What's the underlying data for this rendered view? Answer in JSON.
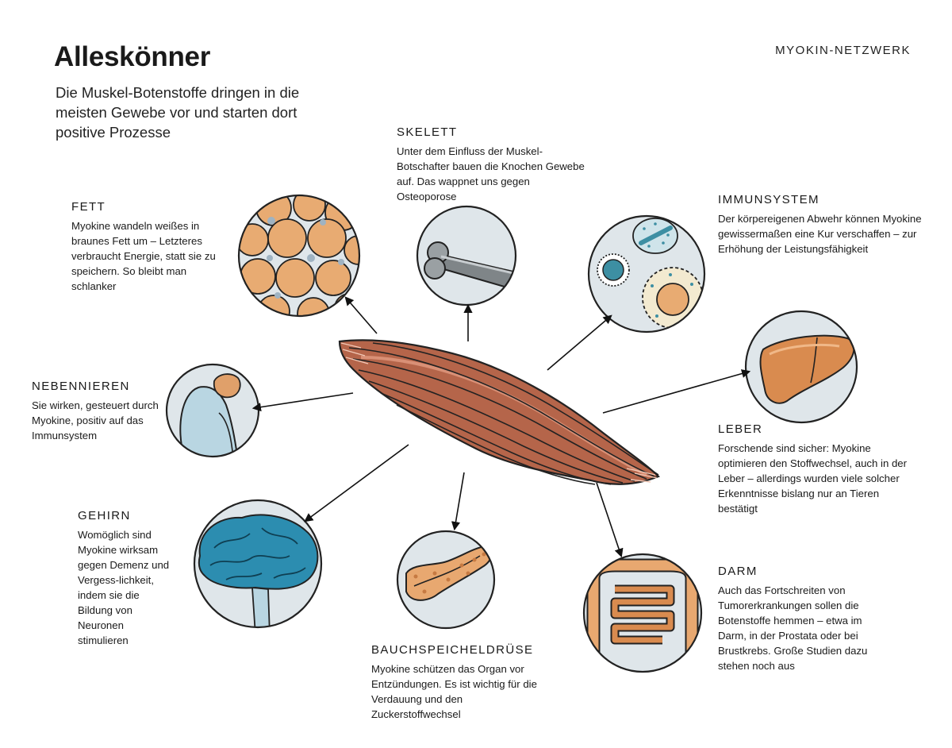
{
  "header": {
    "title": "Alleskönner",
    "subtitle": "Die Muskel-Botenstoffe dringen in die meisten Gewebe vor und starten dort positive Prozesse",
    "kicker": "MYOKIN-NETZWERK"
  },
  "sections": {
    "fett": {
      "heading": "FETT",
      "text": "Myokine wandeln weißes in braunes Fett um – Letzteres verbraucht Energie, statt sie zu speichern. So bleibt man schlanker"
    },
    "skelett": {
      "heading": "SKELETT",
      "text": "Unter dem Einfluss der Muskel-Botschafter bauen die Knochen Gewebe auf. Das wappnet uns gegen Osteoporose"
    },
    "immunsystem": {
      "heading": "IMMUNSYSTEM",
      "text": "Der körpereigenen Abwehr können Myokine gewissermaßen eine Kur verschaffen – zur Erhöhung der Leistungsfähigkeit"
    },
    "nebennieren": {
      "heading": "NEBENNIEREN",
      "text": "Sie wirken, gesteuert durch Myokine, positiv auf das Immunsystem"
    },
    "leber": {
      "heading": "LEBER",
      "text": "Forschende sind sicher: Myokine optimieren den Stoffwechsel, auch in der Leber – allerdings wurden viele solcher Erkenntnisse bislang nur an Tieren bestätigt"
    },
    "gehirn": {
      "heading": "GEHIRN",
      "text": "Womöglich sind Myokine wirksam gegen Demenz und Vergess-lichkeit, indem sie die Bildung von Neuronen stimulieren"
    },
    "bauchspeicheldruese": {
      "heading": "BAUCHSPEICHELDRÜSE",
      "text": "Myokine schützen das Organ vor Entzündungen. Es ist wichtig für die Verdauung und den Zuckerstoffwechsel"
    },
    "darm": {
      "heading": "DARM",
      "text": "Auch das Fortschreiten von Tumorerkrankungen sollen die Botenstoffe hemmen – etwa im Darm, in der Prostata oder bei Brustkrebs. Große Studien dazu stehen noch aus"
    }
  },
  "colors": {
    "circle_fill": "#dfe6ea",
    "muscle": "#b5654a",
    "fat": "#e0a06a",
    "bone": "#7f8588",
    "immune": "#3d8fa3",
    "liver": "#d98b4f",
    "brain": "#2c8db0",
    "gland": "#e8a870"
  },
  "icons": [
    "fat-cells-icon",
    "bone-icon",
    "immune-cells-icon",
    "liver-icon",
    "adrenal-gland-icon",
    "brain-icon",
    "pancreas-icon",
    "intestine-icon",
    "muscle-icon"
  ]
}
